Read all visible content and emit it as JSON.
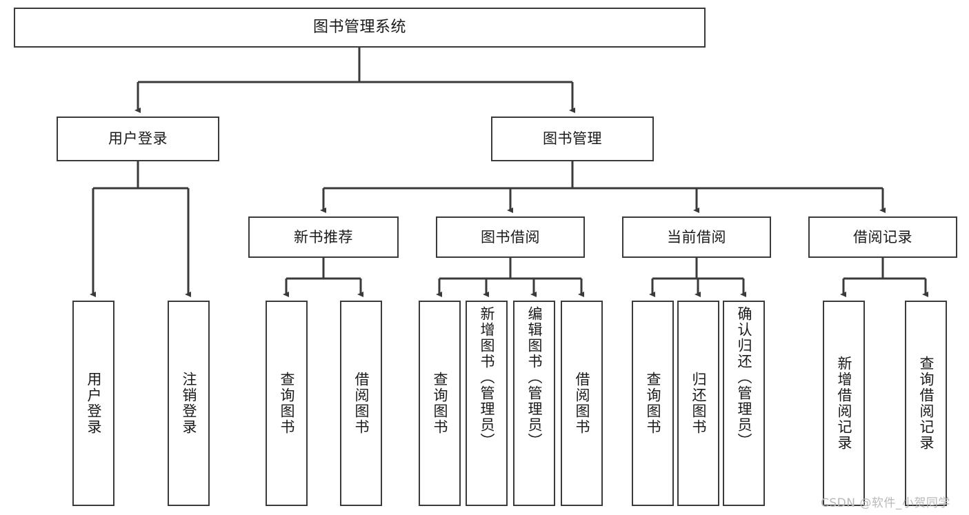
{
  "diagram": {
    "type": "hierarchy-tree",
    "title": "图书管理系统",
    "watermark": "CSDN @软件_小贺同学",
    "colors": {
      "stroke": "#3a3a3a",
      "fill": "#ffffff",
      "text": "#1a1a1a",
      "watermark": "#b9b9b9"
    },
    "root": {
      "label": "图书管理系统"
    },
    "level2": [
      {
        "label": "用户登录"
      },
      {
        "label": "图书管理"
      }
    ],
    "level3": [
      {
        "label": "新书推荐"
      },
      {
        "label": "图书借阅"
      },
      {
        "label": "当前借阅"
      },
      {
        "label": "借阅记录"
      }
    ],
    "leaves": {
      "user_login": [
        {
          "label": "用户登录"
        },
        {
          "label": "注销登录"
        }
      ],
      "new_book": [
        {
          "label": "查询图书"
        },
        {
          "label": "借阅图书"
        }
      ],
      "book_borrow": [
        {
          "label": "查询图书"
        },
        {
          "label": "新增图书（管理员）"
        },
        {
          "label": "编辑图书（管理员）"
        },
        {
          "label": "借阅图书"
        }
      ],
      "current_borrow": [
        {
          "label": "查询图书"
        },
        {
          "label": "归还图书"
        },
        {
          "label": "确认归还（管理员）"
        }
      ],
      "borrow_record": [
        {
          "label": "新增借阅记录"
        },
        {
          "label": "查询借阅记录"
        }
      ]
    }
  }
}
